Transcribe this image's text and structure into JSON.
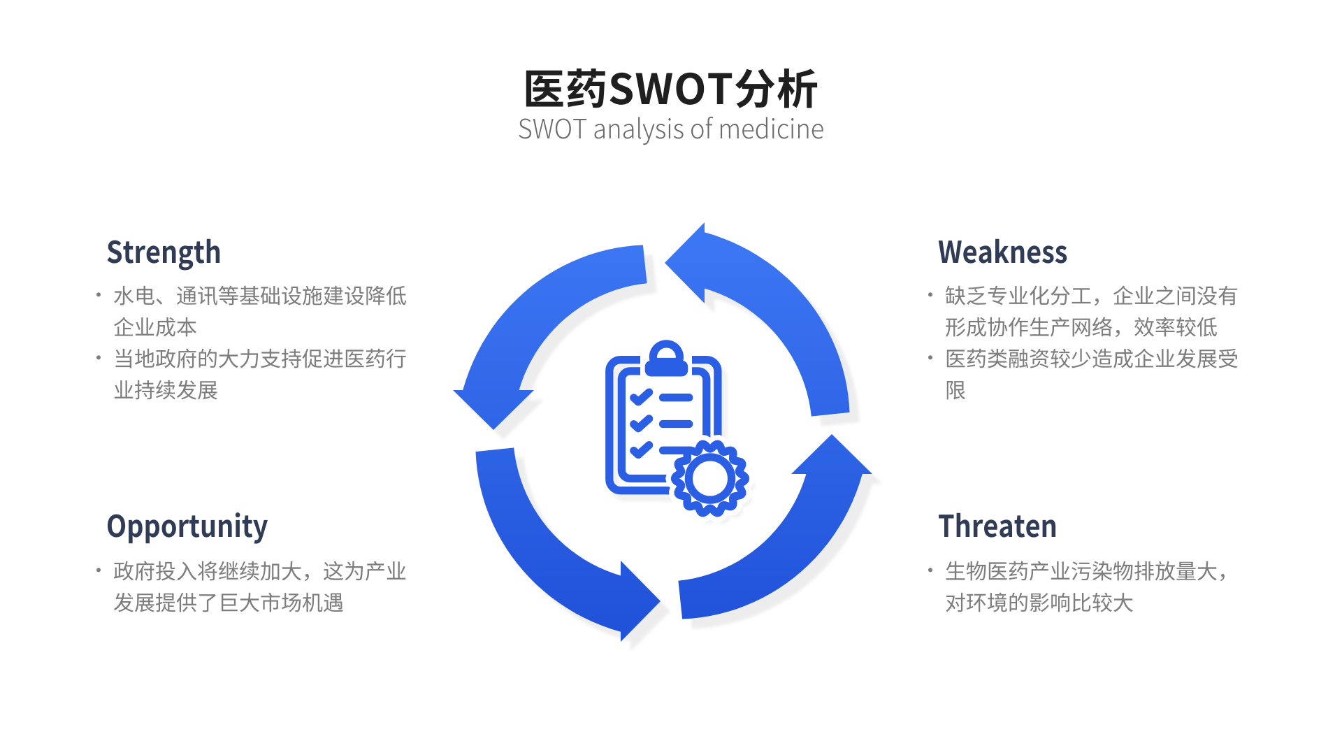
{
  "slide": {
    "title": "医药SWOT分析",
    "subtitle": "SWOT analysis of medicine"
  },
  "quadrants": [
    {
      "id": "strength",
      "title": "Strength",
      "bullets": [
        "水电、通讯等基础设施建设降低企业成本",
        "当地政府的大力支持促进医药行业持续发展"
      ]
    },
    {
      "id": "weakness",
      "title": "Weakness",
      "bullets": [
        "缺乏专业化分工，企业之间没有形成协作生产网络，效率较低",
        "医药类融资较少造成企业发展受限"
      ]
    },
    {
      "id": "opportunity",
      "title": "Opportunity",
      "bullets": [
        "政府投入将继续加大，这为产业发展提供了巨大市场机遇"
      ]
    },
    {
      "id": "threaten",
      "title": "Threaten",
      "bullets": [
        "生物医药产业污染物排放量大，对环境的影响比较大"
      ]
    }
  ],
  "diagram": {
    "icon": "clipboard-checklist-certificate-icon",
    "arrows": "four-circular-arrows-counterclockwise",
    "bullet_marker": "•"
  },
  "colors": {
    "title": "#1F1F1F",
    "subtitle": "#6B6B6B",
    "heading": "#303C55",
    "body": "#7D7D7D",
    "arrow_gradient_top": "#3E79F4",
    "arrow_gradient_bottom": "#1E4FD8",
    "icon_blue": "#2A5EE4",
    "shadow": "#EDEDED",
    "background": "#FFFFFF"
  }
}
